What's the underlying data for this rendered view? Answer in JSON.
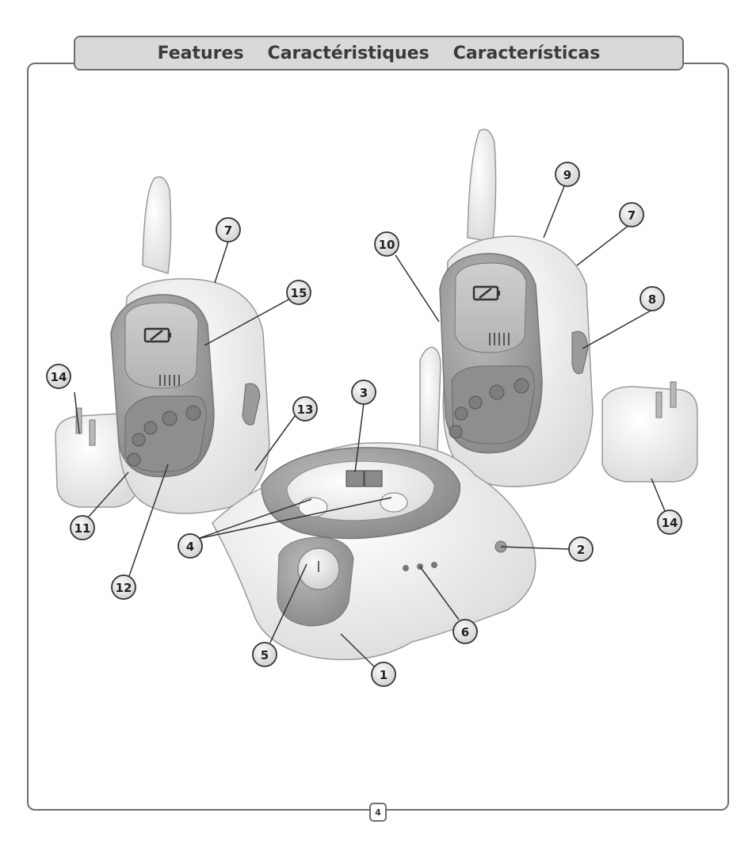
{
  "header": {
    "title_en": "Features",
    "title_fr": "Caractéristiques",
    "title_es": "Características"
  },
  "page_number": "4",
  "callouts": {
    "c1": "1",
    "c2": "2",
    "c3": "3",
    "c4": "4",
    "c5": "5",
    "c6": "6",
    "c7a": "7",
    "c7b": "7",
    "c8": "8",
    "c9": "9",
    "c10": "10",
    "c11": "11",
    "c12": "12",
    "c13": "13",
    "c14a": "14",
    "c14b": "14",
    "c15": "15"
  },
  "colors": {
    "frame": "#6e6e6e",
    "header_fill": "#d9d9d9",
    "device_body": "#f2f2f2",
    "device_grey": "#9a9a9a",
    "badge_fill": "#e6e6e6"
  }
}
